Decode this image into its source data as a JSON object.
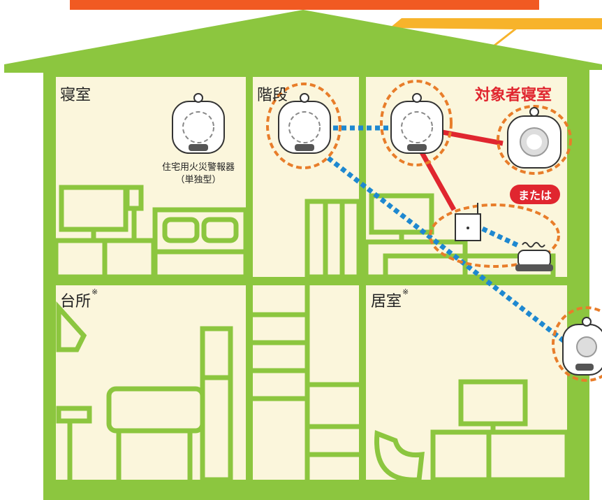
{
  "rooms": {
    "bedroom": {
      "label": "寝室"
    },
    "stairs": {
      "label": "階段"
    },
    "target_bedroom": {
      "label": "対象者寝室"
    },
    "kitchen": {
      "label": "台所",
      "note": "※"
    },
    "living_room": {
      "label": "居室",
      "note": "※"
    }
  },
  "detector_caption": {
    "line1": "住宅用火災警報器",
    "line2": "（単独型）"
  },
  "or_badge": "または",
  "colors": {
    "house_green": "#8cc63f",
    "room_fill": "#fbf6dc",
    "room_line": "#8cc63f",
    "wired_link": "#e0262f",
    "wireless_link": "#1e88d0",
    "highlight_ring": "#e87d2a",
    "banner_orange": "#f15a22",
    "pointer_yellow": "#f7b32b"
  },
  "icons": {
    "detector": "smoke-detector-icon",
    "alarm": "alarm-speaker-icon",
    "receiver": "wireless-receiver-icon",
    "bed_shaker": "bed-shaker-icon"
  }
}
